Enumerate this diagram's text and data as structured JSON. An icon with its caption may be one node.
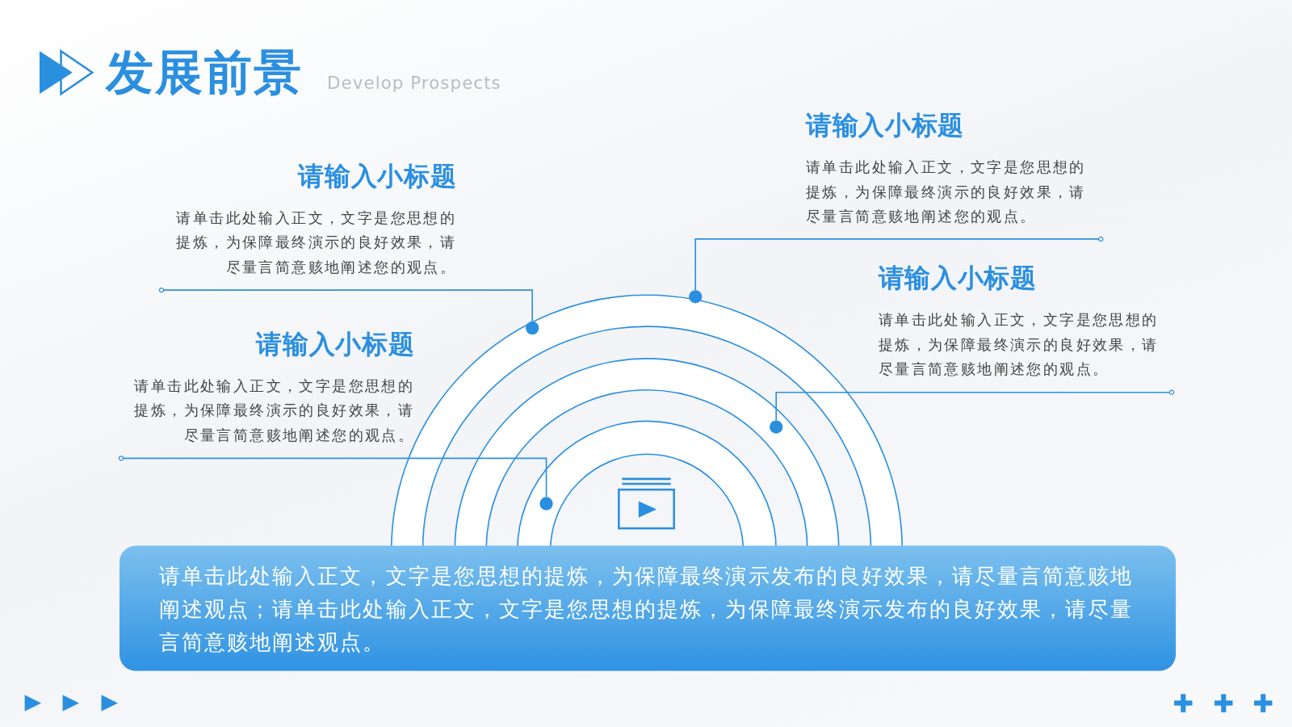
{
  "diagram": {
    "title": "发展前景",
    "nodes": [
      {
        "text": [
          "请输入小标题",
          "请单击此处输入正文，文字是您思想的提炼，为保障最终演示的良好效果，请尽量言简意赅地阐述您的观点。"
        ]
      },
      {
        "text": [
          "请输入小标题",
          "请单击此处输入正文，文字是您思想的提炼，为保障最终演示的良好效果，请尽量言简意赅地阐述您的观点。"
        ]
      },
      {
        "text": [
          "请输入小标题",
          "请单击此处输入正文，文字是您思想的提炼，为保障最终演示的良好效果，请尽量言简意赅地阐述您的观点。"
        ]
      },
      {
        "text": [
          "请输入小标题",
          "请单击此处输入正文，文字是您思想的提炼，为保障最终演示的良好效果，请尽量言简意赅地阐述您的观点。"
        ]
      },
      {
        "text": [
          "请单击此处输入正文，文字是您思想的提炼，为保障最终演示发布的良好效果，请尽量言简意赅地阐述观点；请单击此处输入正文，文字是您思想的提炼，为保障最终演示发布的良好效果，请尽量言简意赅地阐述观点。"
        ]
      },
      {
        "text": [],
        "shape": "circle"
      },
      {
        "text": [],
        "shape": "circle"
      },
      {
        "text": [],
        "shape": "circle"
      },
      {
        "text": [],
        "shape": "circle"
      }
    ],
    "edges": [
      {
        "from": 0,
        "to": 7,
        "arrow": "other"
      },
      {
        "from": 1,
        "to": 5,
        "arrow": "other"
      },
      {
        "from": 2,
        "to": 8,
        "arrow": "other"
      },
      {
        "from": 3,
        "to": 6,
        "arrow": "other"
      }
    ],
    "labels": [
      "Develop Prospects"
    ]
  }
}
